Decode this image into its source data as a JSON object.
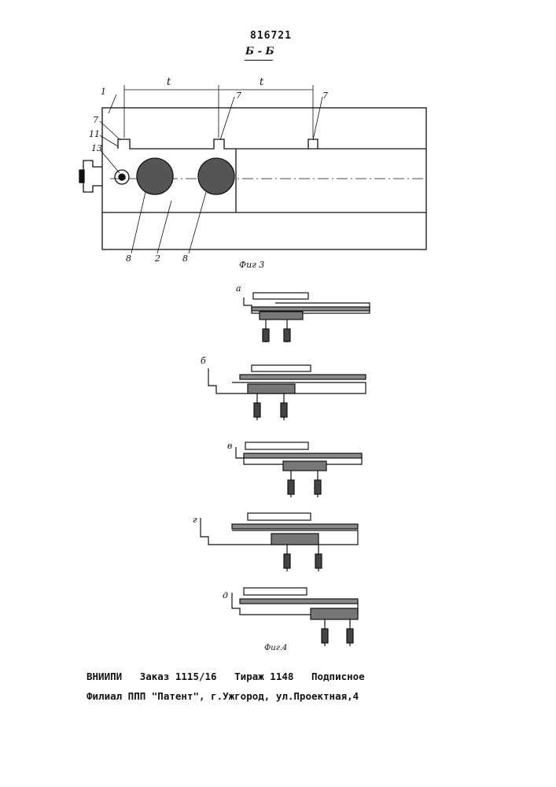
{
  "document": {
    "patent_number": "816721",
    "section_label": "Б - Б",
    "fig3_caption": "Фиг 3",
    "fig4_caption": "Фиг.4",
    "fig3_labels": {
      "pitch_left": "t",
      "pitch_right": "t",
      "part_1": "1",
      "part_7_a": "7",
      "part_7_b": "7",
      "part_7_c": "7",
      "part_11": "11",
      "part_13": "13",
      "part_8_a": "8",
      "part_2": "2",
      "part_8_b": "8"
    },
    "fig4_stage_labels": [
      "а",
      "б",
      "в",
      "г",
      "д"
    ],
    "footer_line_1": "ВНИИПИ   Заказ 1115/16   Тираж 1148   Подписное",
    "footer_line_2": "Филиал ППП \"Патент\", г.Ужгород, ул.Проектная,4"
  }
}
